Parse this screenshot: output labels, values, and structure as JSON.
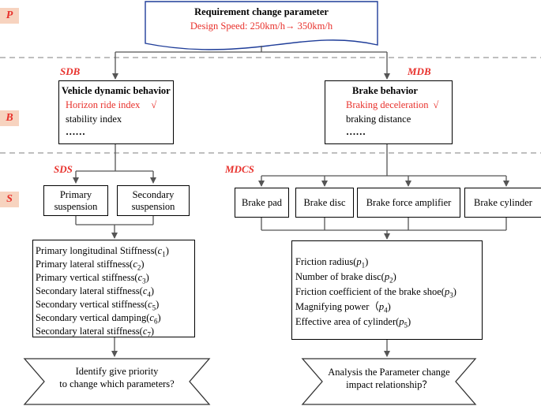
{
  "labels": {
    "p": "P",
    "b": "B",
    "s": "S"
  },
  "tags": {
    "sdb": "SDB",
    "mdb": "MDB",
    "sds": "SDS",
    "mdcs": "MDCS"
  },
  "requirement": {
    "title": "Requirement change parameter",
    "value": "Design Speed: 250km/h→ 350km/h"
  },
  "vehicle_behavior": {
    "title": "Vehicle dynamic behavior",
    "items": [
      "Horizon ride index",
      "stability index",
      "……"
    ],
    "check": "√"
  },
  "brake_behavior": {
    "title": "Brake behavior",
    "items": [
      "Braking deceleration",
      "braking distance",
      "……"
    ],
    "check": "√"
  },
  "suspension": {
    "primary": [
      "Primary",
      "suspension"
    ],
    "secondary": [
      "Secondary",
      "suspension"
    ]
  },
  "brake_components": [
    "Brake pad",
    "Brake disc",
    "Brake force amplifier",
    "Brake  cylinder"
  ],
  "suspension_params": [
    {
      "text": "Primary longitudinal Stiffness(",
      "var": "c",
      "sub": "1",
      "end": ")"
    },
    {
      "text": "Primary lateral stiffness(",
      "var": "c",
      "sub": "2",
      "end": ")"
    },
    {
      "text": "Primary vertical stiffness(",
      "var": "c",
      "sub": "3",
      "end": ")"
    },
    {
      "text": "Secondary lateral stiffness(",
      "var": "c",
      "sub": "4",
      "end": ")"
    },
    {
      "text": "Secondary  vertical stiffness(",
      "var": "c",
      "sub": "5",
      "end": ")"
    },
    {
      "text": "Secondary vertical damping(",
      "var": "c",
      "sub": "6",
      "end": ")"
    },
    {
      "text": "Secondary lateral stiffness(",
      "var": "c",
      "sub": "7",
      "end": ")"
    }
  ],
  "brake_params": [
    {
      "text": "Friction radius(",
      "var": "p",
      "sub": "1",
      "end": ")"
    },
    {
      "text": "Number of brake disc(",
      "var": "p",
      "sub": "2",
      "end": ")"
    },
    {
      "text": "Friction coefficient of the brake shoe(",
      "var": "p",
      "sub": "3",
      "end": ")"
    },
    {
      "text": "Magnifying power（",
      "var": "p",
      "sub": "4",
      "end": ")"
    },
    {
      "text": "Effective area of cylinder(",
      "var": "p",
      "sub": "5",
      "end": ")"
    }
  ],
  "decision_left": [
    "Identify give priority",
    "to change which parameters?"
  ],
  "decision_right": [
    "Analysis the Parameter change",
    "impact relationship？"
  ],
  "colors": {
    "accent": "#e8312c",
    "label_bg": "#f7d3bf",
    "dash": "#999999",
    "line": "#555555",
    "req_border": "#1f3d99"
  }
}
